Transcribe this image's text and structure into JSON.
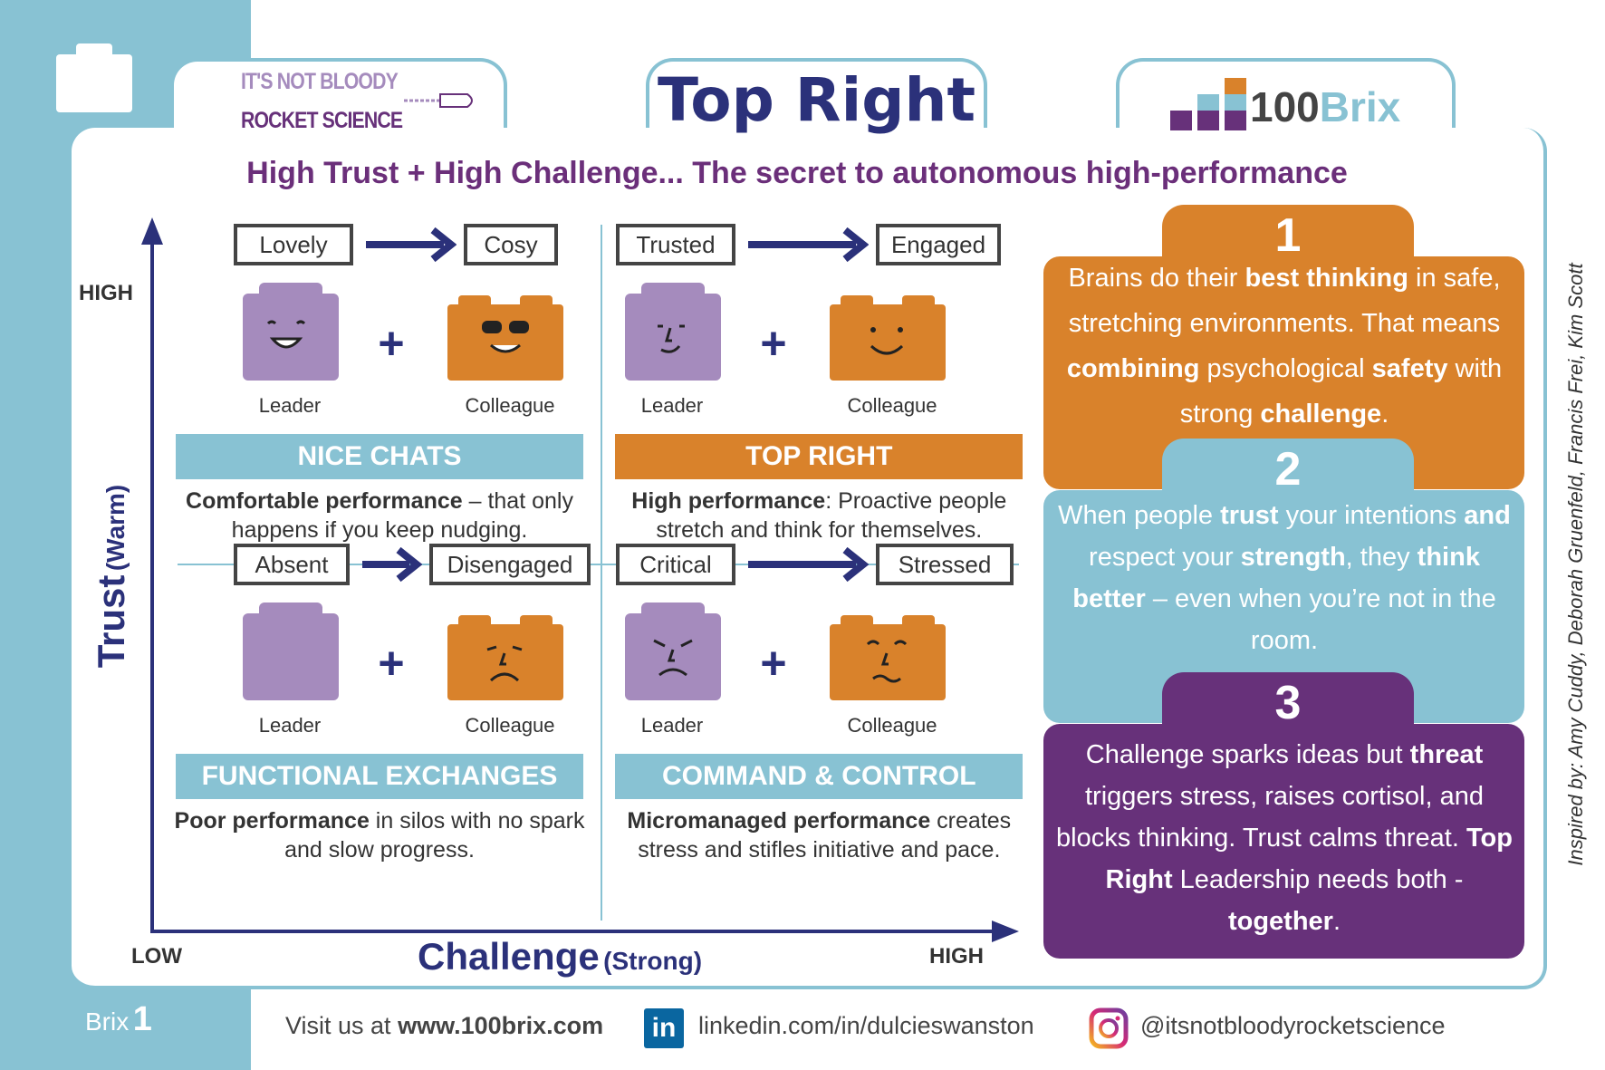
{
  "header": {
    "title": "Top Right",
    "subtitle": "High Trust + High Challenge... The secret to autonomous high-performance",
    "logo_left_line1": "IT'S NOT BLOODY",
    "logo_left_line2": "ROCKET SCIENCE",
    "logo_right_num": "100",
    "logo_right_word": "Brix"
  },
  "colors": {
    "navy": "#2b317a",
    "purple": "#67317a",
    "orange": "#d9822b",
    "blue": "#88c2d3",
    "lilac": "#a58bbd"
  },
  "quadrants": [
    {
      "from": "Lovely",
      "to": "Cosy",
      "leader": "Leader",
      "colleague": "Colleague",
      "plus": "+",
      "banner": "NICE CHATS",
      "desc": [
        {
          "t": "Comfortable performance",
          "b": true
        },
        {
          "t": " – that only happens if you keep nudging.",
          "b": false
        }
      ]
    },
    {
      "from": "Trusted",
      "to": "Engaged",
      "leader": "Leader",
      "colleague": "Colleague",
      "plus": "+",
      "banner": "TOP RIGHT",
      "desc": [
        {
          "t": "High performance",
          "b": true
        },
        {
          "t": ": Proactive people stretch and think for themselves.",
          "b": false
        }
      ]
    },
    {
      "from": "Absent",
      "to": "Disengaged",
      "leader": "Leader",
      "colleague": "Colleague",
      "plus": "+",
      "banner": "FUNCTIONAL EXCHANGES",
      "desc": [
        {
          "t": "Poor performance",
          "b": true
        },
        {
          "t": " in silos with no spark and slow progress.",
          "b": false
        }
      ]
    },
    {
      "from": "Critical",
      "to": "Stressed",
      "leader": "Leader",
      "colleague": "Colleague",
      "plus": "+",
      "banner": "COMMAND & CONTROL",
      "desc": [
        {
          "t": "Micromanaged performance",
          "b": true
        },
        {
          "t": " creates stress and stifles initiative and pace.",
          "b": false
        }
      ]
    }
  ],
  "axes": {
    "y_title": "Trust",
    "y_sub": "(Warm)",
    "x_title": "Challenge",
    "x_sub": "(Strong)",
    "y_high": "HIGH",
    "low": "LOW",
    "x_high": "HIGH"
  },
  "panels": [
    {
      "num": "1",
      "text": [
        {
          "t": "Brains do their ",
          "b": false
        },
        {
          "t": "best thinking",
          "b": true
        },
        {
          "t": " in safe, stretching environments. That means ",
          "b": false
        },
        {
          "t": "combining",
          "b": true
        },
        {
          "t": " psychological ",
          "b": false
        },
        {
          "t": "safety",
          "b": true
        },
        {
          "t": " with strong ",
          "b": false
        },
        {
          "t": "challenge",
          "b": true
        },
        {
          "t": ".",
          "b": false
        }
      ]
    },
    {
      "num": "2",
      "text": [
        {
          "t": "When people ",
          "b": false
        },
        {
          "t": "trust",
          "b": true
        },
        {
          "t": " your intentions ",
          "b": false
        },
        {
          "t": "and",
          "b": true
        },
        {
          "t": " respect your ",
          "b": false
        },
        {
          "t": "strength",
          "b": true
        },
        {
          "t": ", they ",
          "b": false
        },
        {
          "t": "think better",
          "b": true
        },
        {
          "t": " – even when you’re not in the room.",
          "b": false
        }
      ]
    },
    {
      "num": "3",
      "text": [
        {
          "t": "Challenge sparks ideas but ",
          "b": false
        },
        {
          "t": "threat",
          "b": true
        },
        {
          "t": " triggers stress, raises cortisol, and blocks thinking. Trust calms threat.  ",
          "b": false
        },
        {
          "t": "Top Right",
          "b": true
        },
        {
          "t": " Leadership needs both - ",
          "b": false
        },
        {
          "t": "together",
          "b": true
        },
        {
          "t": ".",
          "b": false
        }
      ]
    }
  ],
  "credit": "Inspired by: Amy Cuddy, Deborah Gruenfeld, Francis Frei, Kim Scott",
  "footer": {
    "brix_word": "Brix",
    "brix_num": "1",
    "visit_prefix": "Visit us at ",
    "website": "www.100brix.com",
    "linkedin_icon": "in",
    "linkedin": "linkedin.com/in/dulcieswanston",
    "instagram": "@itsnotbloodyrocketscience"
  }
}
